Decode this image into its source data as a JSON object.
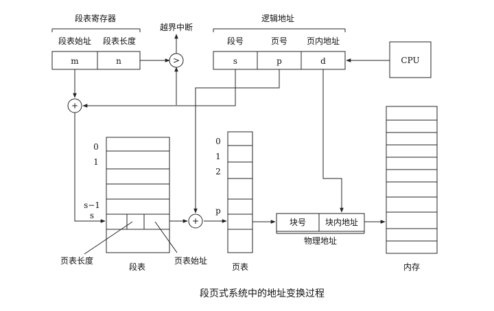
{
  "segment_register": {
    "title": "段表寄存器",
    "col1_label": "段表始址",
    "col2_label": "段表长度",
    "col1_value": "m",
    "col2_value": "n"
  },
  "overflow": {
    "label": "越界中断",
    "compare_symbol": ">"
  },
  "logical_address": {
    "title": "逻辑地址",
    "labels": [
      "段号",
      "页号",
      "页内地址"
    ],
    "values": [
      "s",
      "p",
      "d"
    ]
  },
  "cpu": {
    "label": "CPU"
  },
  "adders": {
    "symbol": "+"
  },
  "segment_table": {
    "row_labels": [
      "0",
      "1",
      "s−1",
      "s"
    ],
    "title": "段表",
    "pt_length_label": "页表长度",
    "pt_base_label": "页表始址"
  },
  "page_table": {
    "row_labels": [
      "0",
      "1",
      "2",
      "p"
    ],
    "title": "页表"
  },
  "physical_address": {
    "fields": [
      "块号",
      "块内地址"
    ],
    "title": "物理地址"
  },
  "memory": {
    "title": "内存"
  },
  "caption": "段页式系统中的地址变换过程"
}
